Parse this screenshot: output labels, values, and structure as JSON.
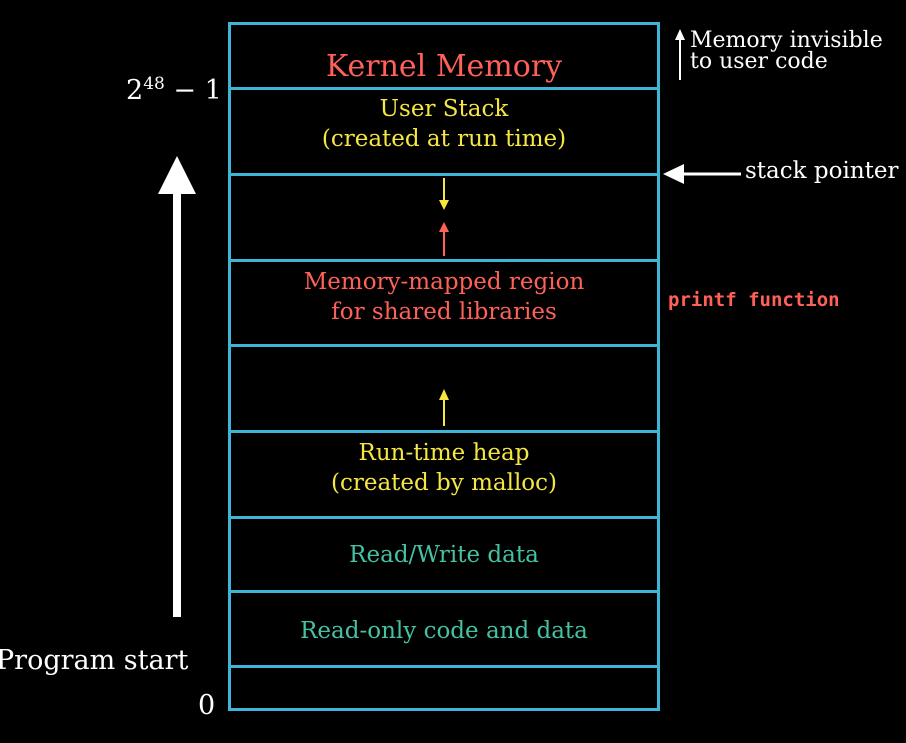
{
  "segments": {
    "kernel": "Kernel Memory",
    "user_stack_line1": "User Stack",
    "user_stack_line2": "(created at run time)",
    "mmap_line1": "Memory-mapped region",
    "mmap_line2": "for shared libraries",
    "heap_line1": "Run-time heap",
    "heap_line2": "(created by malloc)",
    "rw_data": "Read/Write data",
    "ro_code": "Read-only code and data"
  },
  "addresses": {
    "top_base": "2",
    "top_exponent": "48",
    "top_suffix": " − 1",
    "bottom": "0"
  },
  "annotations": {
    "memory_invisible_line1": "Memory invisible",
    "memory_invisible_line2": "to user code",
    "stack_pointer": "stack pointer",
    "printf_function": "printf function",
    "program_start": "Program start"
  },
  "colors": {
    "border": "#3fb5d6",
    "kernel_text": "#ff6159",
    "yellow_text": "#f5e642",
    "teal_text": "#45c2a4",
    "white": "#ffffff",
    "background": "#000000"
  }
}
